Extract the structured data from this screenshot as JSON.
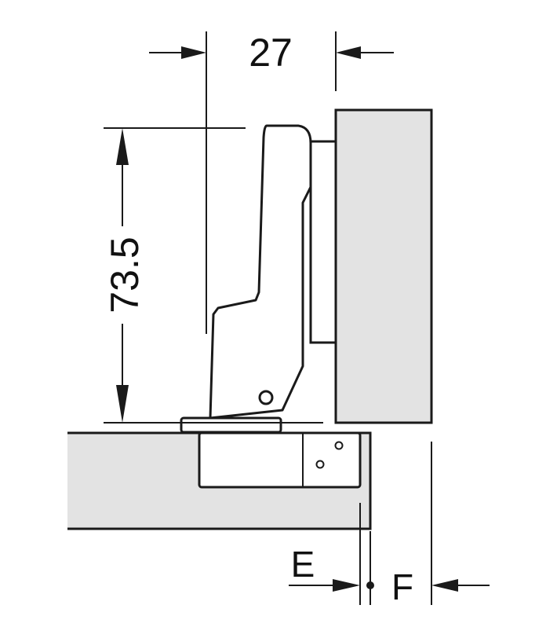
{
  "dimensions": {
    "width_label": "27",
    "height_label": "73.5",
    "e_label": "E",
    "f_label": "F"
  },
  "colors": {
    "outline": "#1a1a1a",
    "panel_fill": "#e3e3e3",
    "background": "#ffffff"
  }
}
